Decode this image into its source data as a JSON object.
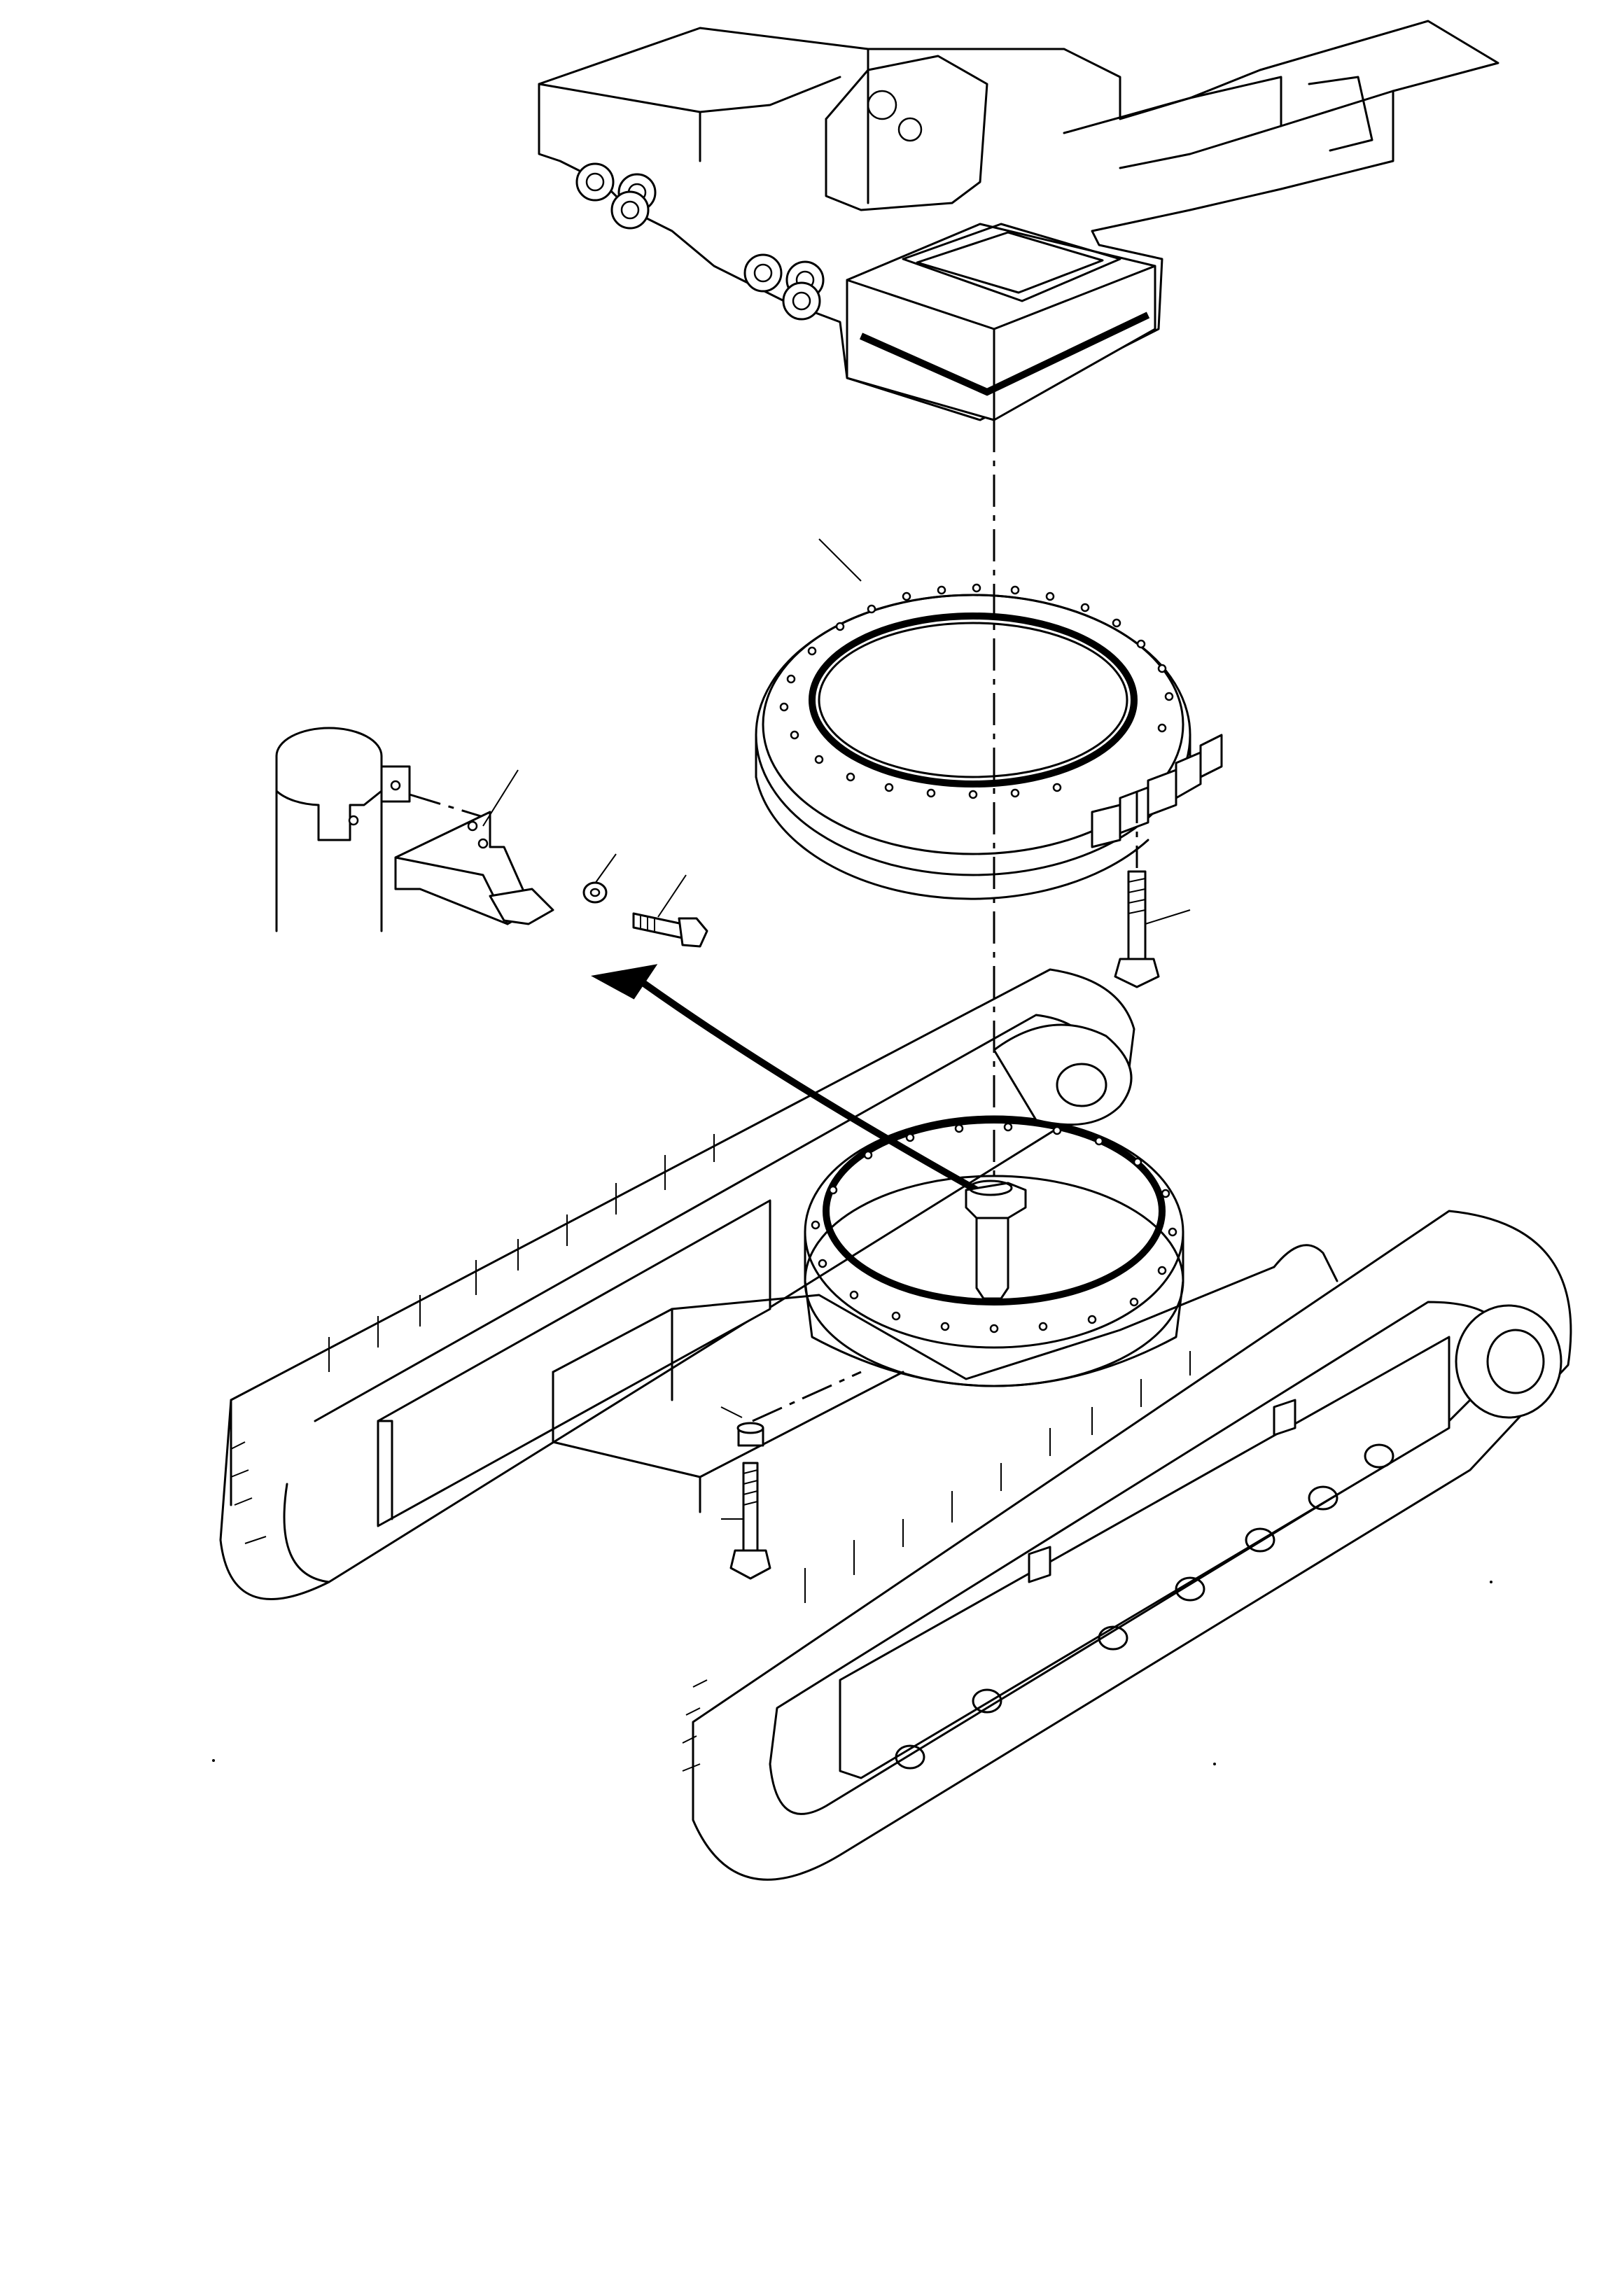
{
  "diagram": {
    "kind": "exploded-parts-view",
    "line_color": "#000000",
    "background": "#ffffff",
    "parts": [
      {
        "id": "upper-revolving-frame"
      },
      {
        "id": "swing-circle"
      },
      {
        "id": "swing-circle-mounting-bolt"
      },
      {
        "id": "undercarriage-track-frame"
      },
      {
        "id": "center-swivel-joint"
      },
      {
        "id": "swivel-stopper-bracket"
      },
      {
        "id": "washer"
      },
      {
        "id": "stopper-bolt"
      },
      {
        "id": "track-frame-mounting-bolt"
      },
      {
        "id": "bolt-spacer"
      }
    ],
    "leader_lines_count": 7,
    "printed_labels": []
  }
}
